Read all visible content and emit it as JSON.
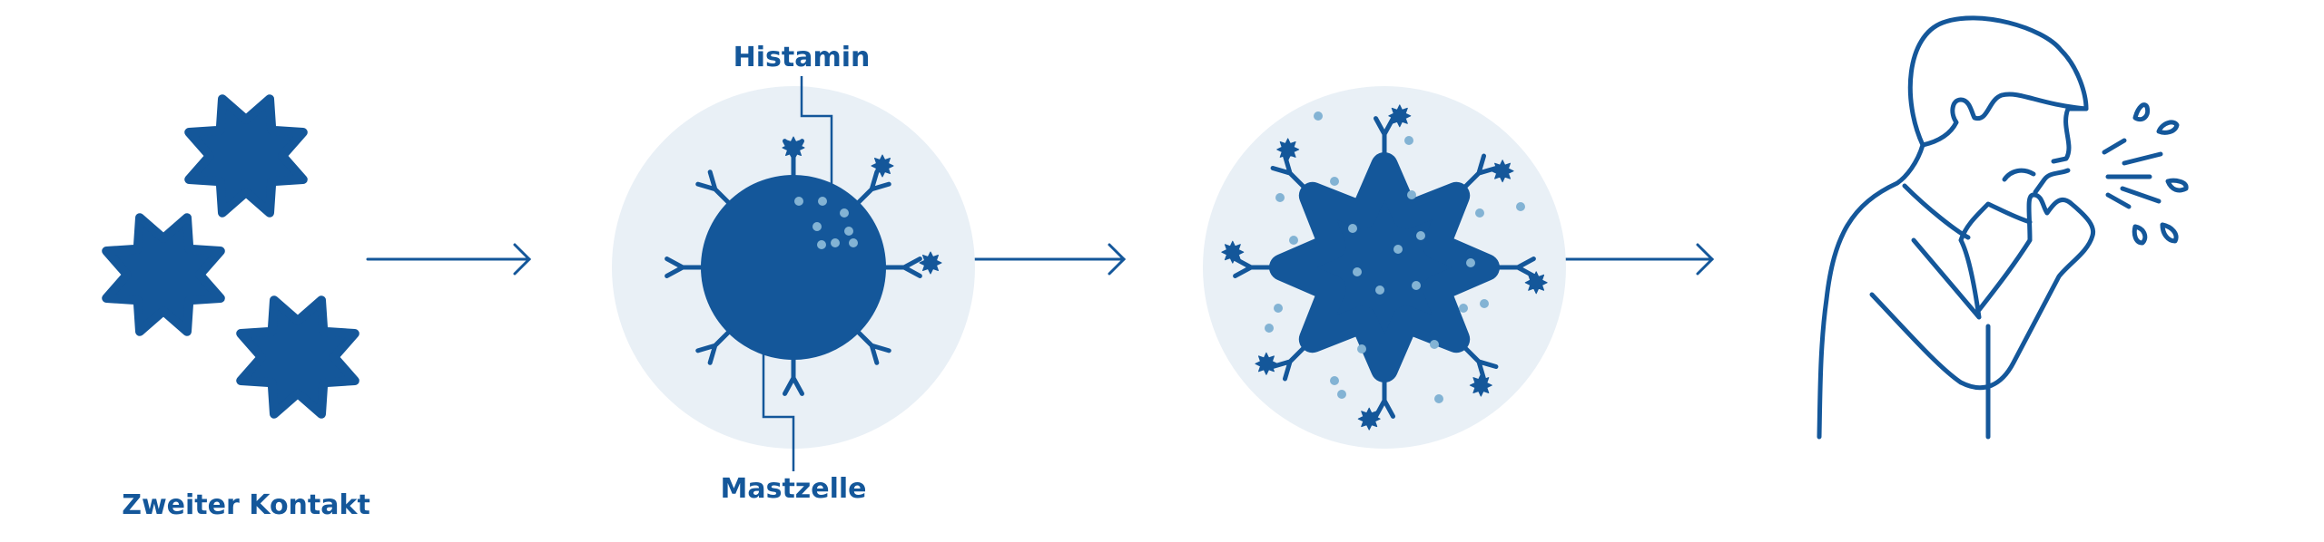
{
  "labels": {
    "second_contact": "Zweiter Kontakt",
    "histamine": "Histamin",
    "mast_cell": "Mastzelle"
  },
  "colors": {
    "primary": "#14579a",
    "circle_bg": "#e9f0f6",
    "granule": "#83b3d4"
  }
}
